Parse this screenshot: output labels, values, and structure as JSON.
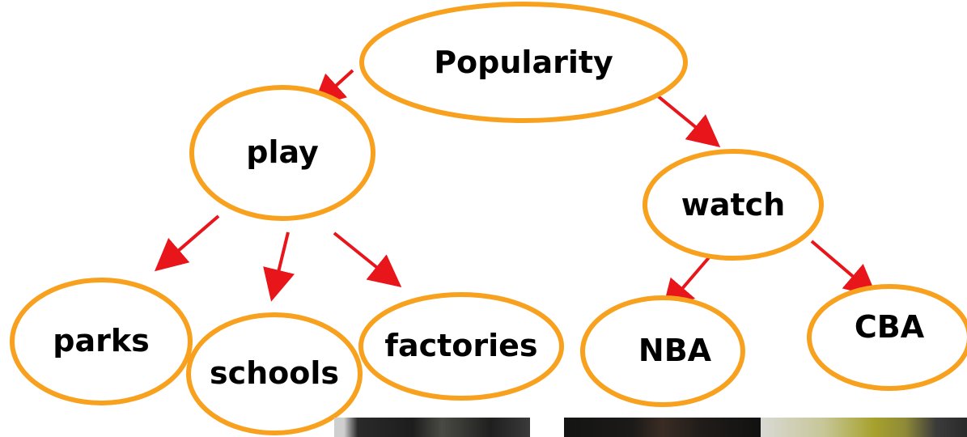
{
  "diagram": {
    "colors": {
      "node_outline": "#F7A11F",
      "arrow": "#E8151B",
      "text": "#000000"
    },
    "nodes": {
      "popularity": "Popularity",
      "play": "play",
      "watch": "watch",
      "parks": "parks",
      "schools": "schools",
      "factories": "factories",
      "nba": "NBA",
      "cba": "CBA"
    },
    "edges": [
      {
        "from": "popularity",
        "to": "play"
      },
      {
        "from": "popularity",
        "to": "watch"
      },
      {
        "from": "play",
        "to": "parks"
      },
      {
        "from": "play",
        "to": "schools"
      },
      {
        "from": "play",
        "to": "factories"
      },
      {
        "from": "watch",
        "to": "nba"
      },
      {
        "from": "watch",
        "to": "cba"
      }
    ]
  }
}
